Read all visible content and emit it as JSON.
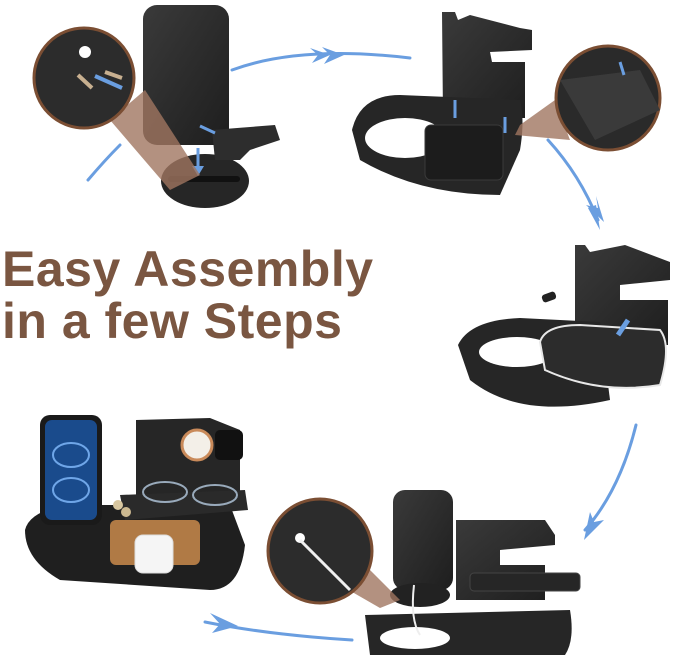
{
  "headline": {
    "line1": "Easy Assembly",
    "line2": "in a few Steps",
    "color": "#7a5641"
  },
  "steps": [
    {
      "id": 1,
      "description": "Phone stand back attached to round base with screws; detail callout of screw holes"
    },
    {
      "id": 2,
      "description": "Watch stand upright inserted into main tray; detail callout of pin joint"
    },
    {
      "id": 3,
      "description": "Small tray inserted onto watch stand"
    },
    {
      "id": 4,
      "description": "Phone stand placed on main tray with charging cable routed; detail callout of cable hole"
    },
    {
      "id": 5,
      "description": "Finished organizer holding phone, watch, glasses, wallet, earbuds and coins"
    }
  ],
  "colors": {
    "arrow": "#6a9ee0",
    "wood": "#2b2b2b",
    "callout_ring": "#7b4e33",
    "callout_beam": "#a07560"
  }
}
